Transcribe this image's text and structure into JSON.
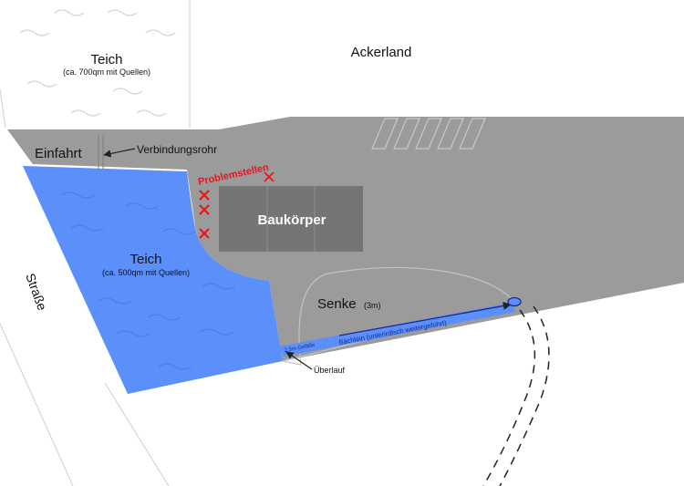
{
  "labels": {
    "teich_top": "Teich",
    "teich_top_sub": "(ca. 700qm mit Quellen)",
    "ackerland": "Ackerland",
    "einfahrt": "Einfahrt",
    "verbindungsrohr": "Verbindungsrohr",
    "problemstellen": "Problemstellen",
    "baukoerper": "Baukörper",
    "teich_main": "Teich",
    "teich_main_sub": "(ca. 500qm mit Quellen)",
    "strasse": "Straße",
    "senke": "Senke",
    "senke_depth": "(3m)",
    "baechlein": "Bächlein  (unterirdisch weitergeführt)",
    "gefaelle": "2,5m Gefälle",
    "ueberlauf": "Überlauf"
  },
  "colors": {
    "area_gray": "#9b9b9b",
    "building_gray": "#757575",
    "pond_blue": "#5b8ff9",
    "problem_red": "#e8141b",
    "outline_gray": "#c8c8c8"
  },
  "icons": {
    "problem_marker": "x-mark",
    "flow_arrow": "arrow"
  }
}
